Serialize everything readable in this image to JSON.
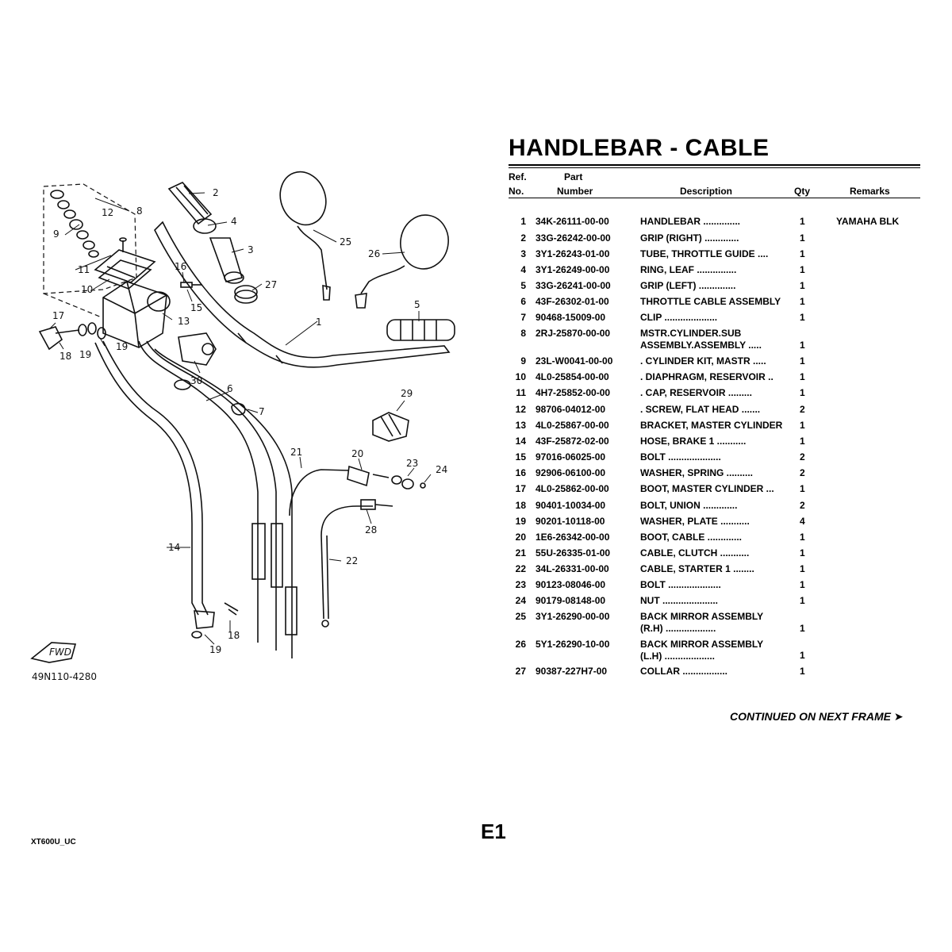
{
  "title": "HANDLEBAR - CABLE",
  "headers": {
    "ref_top": "Ref.",
    "ref_bottom": "No.",
    "part_top": "Part",
    "part_bottom": "Number",
    "description": "Description",
    "qty": "Qty",
    "remarks": "Remarks"
  },
  "parts": [
    {
      "ref": "1",
      "part": "34K-26111-00-00",
      "desc": "HANDLEBAR ..............",
      "qty": "1",
      "remarks": "YAMAHA BLK"
    },
    {
      "ref": "2",
      "part": "33G-26242-00-00",
      "desc": "GRIP (RIGHT) .............",
      "qty": "1",
      "remarks": ""
    },
    {
      "ref": "3",
      "part": "3Y1-26243-01-00",
      "desc": "TUBE, THROTTLE GUIDE ....",
      "qty": "1",
      "remarks": ""
    },
    {
      "ref": "4",
      "part": "3Y1-26249-00-00",
      "desc": "RING, LEAF ...............",
      "qty": "1",
      "remarks": ""
    },
    {
      "ref": "5",
      "part": "33G-26241-00-00",
      "desc": "GRIP (LEFT) ..............",
      "qty": "1",
      "remarks": ""
    },
    {
      "ref": "6",
      "part": "43F-26302-01-00",
      "desc": "THROTTLE CABLE ASSEMBLY",
      "qty": "1",
      "remarks": ""
    },
    {
      "ref": "7",
      "part": "90468-15009-00",
      "desc": "CLIP ....................",
      "qty": "1",
      "remarks": ""
    },
    {
      "ref": "8",
      "part": "2RJ-25870-00-00",
      "desc": "MSTR.CYLINDER.SUB",
      "desc2": "ASSEMBLY.ASSEMBLY .....",
      "qty": "1",
      "remarks": ""
    },
    {
      "ref": "9",
      "part": "23L-W0041-00-00",
      "desc": ". CYLINDER KIT, MASTR .....",
      "qty": "1",
      "remarks": ""
    },
    {
      "ref": "10",
      "part": "4L0-25854-00-00",
      "desc": ". DIAPHRAGM, RESERVOIR ..",
      "qty": "1",
      "remarks": ""
    },
    {
      "ref": "11",
      "part": "4H7-25852-00-00",
      "desc": ". CAP, RESERVOIR .........",
      "qty": "1",
      "remarks": ""
    },
    {
      "ref": "12",
      "part": "98706-04012-00",
      "desc": ". SCREW, FLAT HEAD .......",
      "qty": "2",
      "remarks": ""
    },
    {
      "ref": "13",
      "part": "4L0-25867-00-00",
      "desc": "BRACKET, MASTER CYLINDER",
      "qty": "1",
      "remarks": ""
    },
    {
      "ref": "14",
      "part": "43F-25872-02-00",
      "desc": "HOSE, BRAKE 1 ...........",
      "qty": "1",
      "remarks": ""
    },
    {
      "ref": "15",
      "part": "97016-06025-00",
      "desc": "BOLT ....................",
      "qty": "2",
      "remarks": ""
    },
    {
      "ref": "16",
      "part": "92906-06100-00",
      "desc": "WASHER, SPRING ..........",
      "qty": "2",
      "remarks": ""
    },
    {
      "ref": "17",
      "part": "4L0-25862-00-00",
      "desc": "BOOT, MASTER CYLINDER ...",
      "qty": "1",
      "remarks": ""
    },
    {
      "ref": "18",
      "part": "90401-10034-00",
      "desc": "BOLT, UNION .............",
      "qty": "2",
      "remarks": ""
    },
    {
      "ref": "19",
      "part": "90201-10118-00",
      "desc": "WASHER, PLATE ...........",
      "qty": "4",
      "remarks": ""
    },
    {
      "ref": "20",
      "part": "1E6-26342-00-00",
      "desc": "BOOT, CABLE .............",
      "qty": "1",
      "remarks": ""
    },
    {
      "ref": "21",
      "part": "55U-26335-01-00",
      "desc": "CABLE, CLUTCH ...........",
      "qty": "1",
      "remarks": ""
    },
    {
      "ref": "22",
      "part": "34L-26331-00-00",
      "desc": "CABLE, STARTER 1 ........",
      "qty": "1",
      "remarks": ""
    },
    {
      "ref": "23",
      "part": "90123-08046-00",
      "desc": "BOLT ....................",
      "qty": "1",
      "remarks": ""
    },
    {
      "ref": "24",
      "part": "90179-08148-00",
      "desc": "NUT .....................",
      "qty": "1",
      "remarks": ""
    },
    {
      "ref": "25",
      "part": "3Y1-26290-00-00",
      "desc": "BACK MIRROR ASSEMBLY",
      "desc2": "(R.H) ...................",
      "qty": "1",
      "remarks": ""
    },
    {
      "ref": "26",
      "part": "5Y1-26290-10-00",
      "desc": "BACK MIRROR ASSEMBLY",
      "desc2": "(L.H) ...................",
      "qty": "1",
      "remarks": ""
    },
    {
      "ref": "27",
      "part": "90387-227H7-00",
      "desc": "COLLAR .................",
      "qty": "1",
      "remarks": ""
    }
  ],
  "continued": "CONTINUED ON NEXT FRAME ➤",
  "page_no": "E1",
  "model": "XT600U_UC",
  "diagram": {
    "code": "49N110-4280",
    "fwd": "FWD",
    "callouts": [
      "1",
      "2",
      "3",
      "4",
      "5",
      "6",
      "7",
      "8",
      "9",
      "10",
      "11",
      "12",
      "13",
      "14",
      "15",
      "16",
      "17",
      "18",
      "19",
      "20",
      "21",
      "22",
      "23",
      "24",
      "25",
      "26",
      "27",
      "28",
      "29",
      "30"
    ]
  }
}
